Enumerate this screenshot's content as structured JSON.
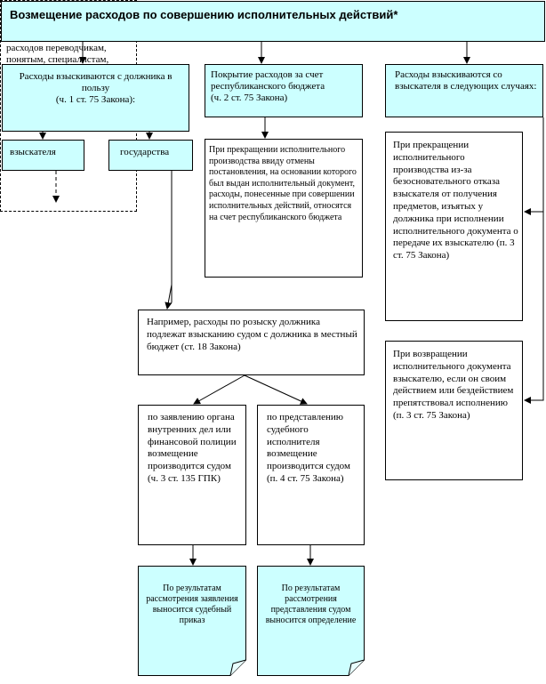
{
  "title": "Возмещение расходов по совершению исполнительных действий*",
  "columns": {
    "debtor": {
      "header": "Расходы взыскиваются с должника в пользу\n(ч. 1 ст. 75 Закона):",
      "creditor_label": "взыскателя",
      "state_label": "государства",
      "creditor_note": "Взыскателю возмещаются все понесенные фактические затраты по покрытию расходов переводчикам, понятым, специалистам, авансового взноса,  а также транспортных и иных расходов, признанных судом необходимыми",
      "example": "Например, расходы по розыску должника подлежат взысканию судом с должника в местный бюджет (ст. 18 Закона)",
      "police_branch": "по заявлению органа внутренних дел или финансовой полиции возмещение производится судом (ч. 3 ст. 135 ГПК)",
      "bailiff_branch": "по представлению судебного исполнителя возмещение производится судом (п. 4 ст. 75 Закона)",
      "order_result": "По результатам рассмотрения заявления выносится судебный приказ",
      "ruling_result": "По результатам рассмотрения представления судом выносится определение"
    },
    "budget": {
      "header": "Покрытие расходов за счет республиканского бюджета\n(ч. 2 ст. 75 Закона)",
      "termination": "  При прекращении исполнительного производства ввиду отмены постановления, на основании которого был выдан исполнительный документ, расходы, понесенные при совершении исполнительных действий, относятся на счет республиканского бюджета"
    },
    "creditor_pays": {
      "header": "Расходы взыскиваются со взыскателя в следующих случаях:",
      "case_1": "При прекращении исполнительного производства из-за безосновательного отказа взыскателя от получения предметов, изъятых у должника при исполнении исполнительного документа о передаче их взыскателю (п. 3 ст. 75 Закона)",
      "case_2": "При возвращении исполнительного документа взыскателю, если он своим действием или бездействием препятствовал исполнению (п. 3 ст. 75 Закона)"
    }
  },
  "colors": {
    "box_fill": "#ccffff",
    "border": "#000000"
  }
}
